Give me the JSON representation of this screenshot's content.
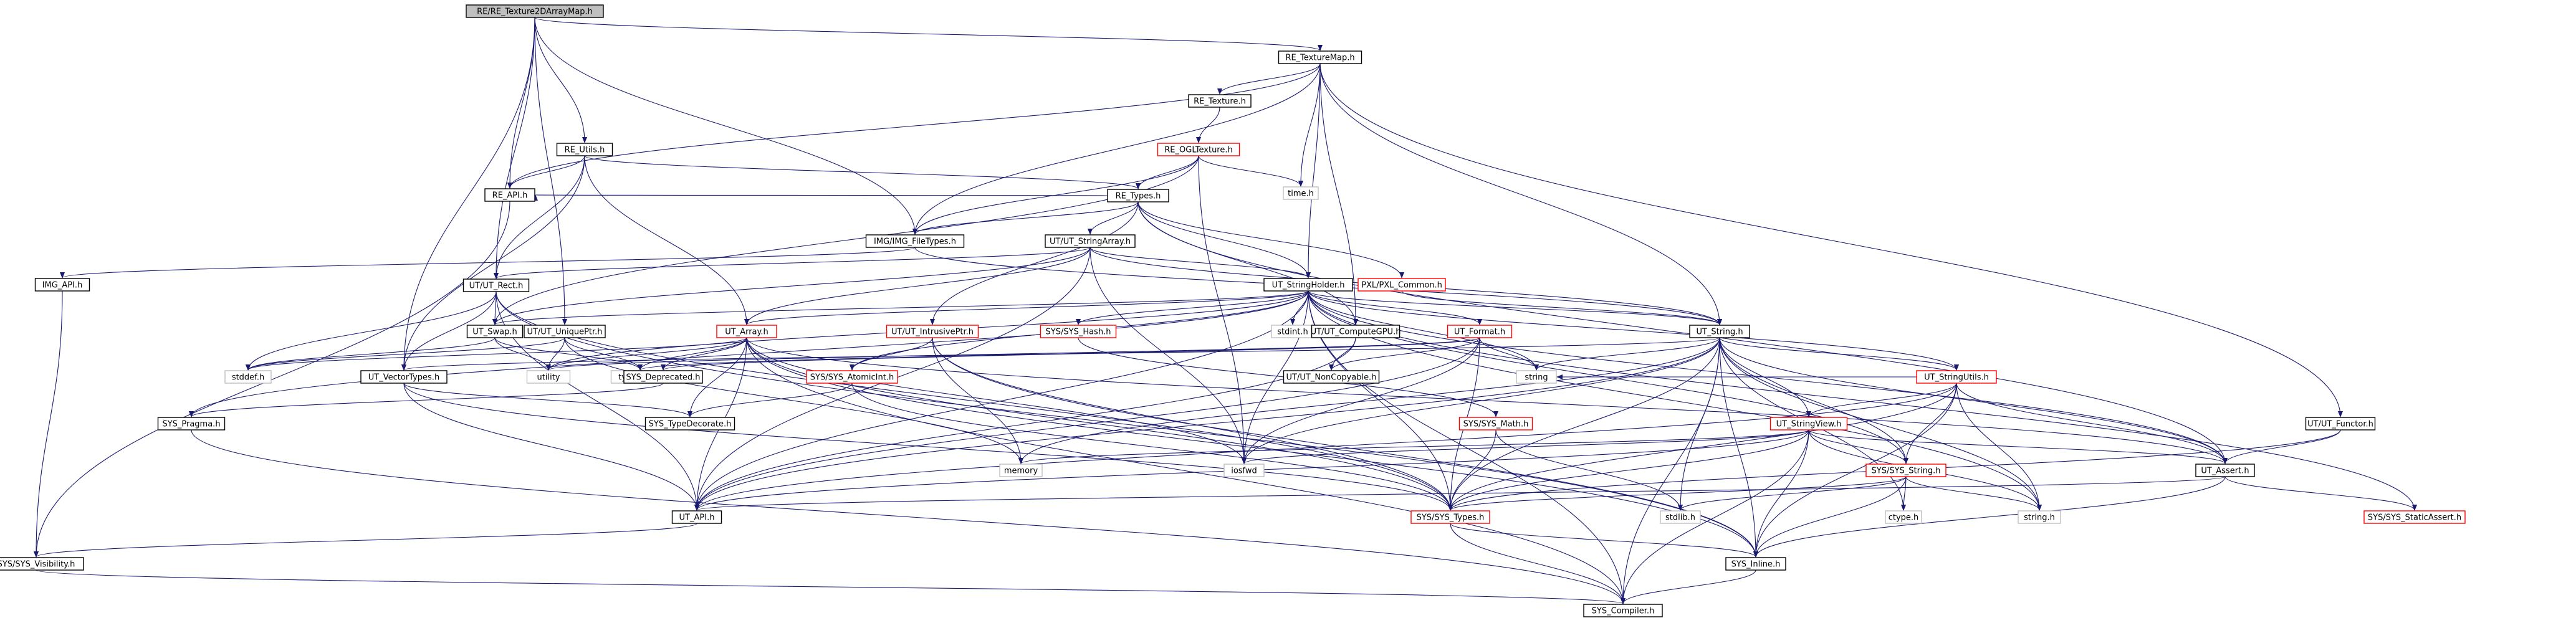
{
  "graph": {
    "root": "RE/RE_Texture2DArrayMap.h",
    "colors": {
      "edge": "#191970",
      "root_fill": "#bfbfbf",
      "border_black": "#000000",
      "border_red": "#ff0000",
      "border_gray": "#bfbfbf"
    },
    "nodes": [
      {
        "id": "root",
        "label": "RE/RE_Texture2DArrayMap.h",
        "style": "root"
      },
      {
        "id": "re_texturemap",
        "label": "RE_TextureMap.h",
        "style": "black"
      },
      {
        "id": "re_texture",
        "label": "RE_Texture.h",
        "style": "black"
      },
      {
        "id": "re_oglt",
        "label": "RE_OGLTexture.h",
        "style": "red"
      },
      {
        "id": "time",
        "label": "time.h",
        "style": "gray"
      },
      {
        "id": "re_utils",
        "label": "RE_Utils.h",
        "style": "black"
      },
      {
        "id": "re_types",
        "label": "RE_Types.h",
        "style": "black"
      },
      {
        "id": "re_api",
        "label": "RE_API.h",
        "style": "black"
      },
      {
        "id": "img_filetypes",
        "label": "IMG/IMG_FileTypes.h",
        "style": "black"
      },
      {
        "id": "ut_stringarray",
        "label": "UT/UT_StringArray.h",
        "style": "black"
      },
      {
        "id": "img_api",
        "label": "IMG_API.h",
        "style": "black"
      },
      {
        "id": "ut_rect",
        "label": "UT/UT_Rect.h",
        "style": "black"
      },
      {
        "id": "ut_stringholder",
        "label": "UT_StringHolder.h",
        "style": "black"
      },
      {
        "id": "pxl_common",
        "label": "PXL/PXL_Common.h",
        "style": "red"
      },
      {
        "id": "ut_swap",
        "label": "UT_Swap.h",
        "style": "black"
      },
      {
        "id": "ut_uniqueptr",
        "label": "UT/UT_UniquePtr.h",
        "style": "black"
      },
      {
        "id": "ut_array",
        "label": "UT_Array.h",
        "style": "red"
      },
      {
        "id": "ut_intrusiveptr",
        "label": "UT/UT_IntrusivePtr.h",
        "style": "red"
      },
      {
        "id": "sys_hash",
        "label": "SYS/SYS_Hash.h",
        "style": "red"
      },
      {
        "id": "stdint",
        "label": "stdint.h",
        "style": "gray"
      },
      {
        "id": "ut_computegpu",
        "label": "UT/UT_ComputeGPU.h",
        "style": "black"
      },
      {
        "id": "ut_format",
        "label": "UT_Format.h",
        "style": "red"
      },
      {
        "id": "ut_string",
        "label": "UT_String.h",
        "style": "black"
      },
      {
        "id": "stddef",
        "label": "stddef.h",
        "style": "gray"
      },
      {
        "id": "utility",
        "label": "utility",
        "style": "gray"
      },
      {
        "id": "type_traits",
        "label": "type_traits",
        "style": "gray"
      },
      {
        "id": "ut_vectortypes",
        "label": "UT_VectorTypes.h",
        "style": "black"
      },
      {
        "id": "sys_deprecated",
        "label": "SYS_Deprecated.h",
        "style": "black"
      },
      {
        "id": "sys_atomicint",
        "label": "SYS/SYS_AtomicInt.h",
        "style": "red"
      },
      {
        "id": "ut_noncopyable",
        "label": "UT/UT_NonCopyable.h",
        "style": "black"
      },
      {
        "id": "string",
        "label": "string",
        "style": "gray"
      },
      {
        "id": "ut_stringutils",
        "label": "UT_StringUtils.h",
        "style": "red"
      },
      {
        "id": "sys_pragma",
        "label": "SYS_Pragma.h",
        "style": "black"
      },
      {
        "id": "sys_typedecorate",
        "label": "SYS_TypeDecorate.h",
        "style": "black"
      },
      {
        "id": "sys_math",
        "label": "SYS/SYS_Math.h",
        "style": "red"
      },
      {
        "id": "memory",
        "label": "memory",
        "style": "gray"
      },
      {
        "id": "iosfwd",
        "label": "iosfwd",
        "style": "gray"
      },
      {
        "id": "ut_stringview",
        "label": "UT_StringView.h",
        "style": "red"
      },
      {
        "id": "sys_string",
        "label": "SYS/SYS_String.h",
        "style": "red"
      },
      {
        "id": "ut_functor",
        "label": "UT/UT_Functor.h",
        "style": "black"
      },
      {
        "id": "ut_assert",
        "label": "UT_Assert.h",
        "style": "black"
      },
      {
        "id": "ut_api",
        "label": "UT_API.h",
        "style": "black"
      },
      {
        "id": "sys_types",
        "label": "SYS/SYS_Types.h",
        "style": "red"
      },
      {
        "id": "stdlib",
        "label": "stdlib.h",
        "style": "gray"
      },
      {
        "id": "ctype",
        "label": "ctype.h",
        "style": "gray"
      },
      {
        "id": "string_h",
        "label": "string.h",
        "style": "gray"
      },
      {
        "id": "sys_staticassert",
        "label": "SYS/SYS_StaticAssert.h",
        "style": "red"
      },
      {
        "id": "sys_visibility",
        "label": "SYS/SYS_Visibility.h",
        "style": "black"
      },
      {
        "id": "sys_inline",
        "label": "SYS_Inline.h",
        "style": "black"
      },
      {
        "id": "sys_compiler",
        "label": "SYS_Compiler.h",
        "style": "black"
      }
    ],
    "edges": [
      [
        "root",
        "re_texturemap"
      ],
      [
        "root",
        "re_utils"
      ],
      [
        "root",
        "re_api"
      ],
      [
        "root",
        "img_filetypes"
      ],
      [
        "root",
        "ut_rect"
      ],
      [
        "root",
        "ut_uniqueptr"
      ],
      [
        "root",
        "ut_vectortypes"
      ],
      [
        "re_texturemap",
        "re_texture"
      ],
      [
        "re_texturemap",
        "time"
      ],
      [
        "re_texturemap",
        "re_api"
      ],
      [
        "re_texturemap",
        "img_filetypes"
      ],
      [
        "re_texturemap",
        "ut_stringholder"
      ],
      [
        "re_texturemap",
        "ut_computegpu"
      ],
      [
        "re_texturemap",
        "ut_string"
      ],
      [
        "re_texturemap",
        "ut_functor"
      ],
      [
        "re_texture",
        "re_oglt"
      ],
      [
        "re_oglt",
        "re_types"
      ],
      [
        "re_oglt",
        "time"
      ],
      [
        "re_oglt",
        "img_filetypes"
      ],
      [
        "re_oglt",
        "iosfwd"
      ],
      [
        "re_oglt",
        "ut_swap"
      ],
      [
        "re_utils",
        "re_types"
      ],
      [
        "re_utils",
        "re_api"
      ],
      [
        "re_utils",
        "ut_rect"
      ],
      [
        "re_utils",
        "ut_array"
      ],
      [
        "re_utils",
        "ut_vectortypes"
      ],
      [
        "re_types",
        "re_api"
      ],
      [
        "re_types",
        "img_filetypes"
      ],
      [
        "re_types",
        "ut_stringarray"
      ],
      [
        "re_types",
        "ut_stringholder"
      ],
      [
        "re_types",
        "pxl_common"
      ],
      [
        "re_types",
        "ut_intrusiveptr"
      ],
      [
        "re_types",
        "ut_assert"
      ],
      [
        "re_types",
        "ut_computegpu"
      ],
      [
        "re_api",
        "sys_visibility"
      ],
      [
        "img_filetypes",
        "img_api"
      ],
      [
        "img_filetypes",
        "ut_string"
      ],
      [
        "img_api",
        "sys_visibility"
      ],
      [
        "ut_stringarray",
        "ut_stringholder"
      ],
      [
        "ut_stringarray",
        "ut_array"
      ],
      [
        "ut_stringarray",
        "ut_swap"
      ],
      [
        "ut_stringarray",
        "ut_string"
      ],
      [
        "ut_stringarray",
        "iosfwd"
      ],
      [
        "ut_stringarray",
        "ut_api"
      ],
      [
        "ut_stringarray",
        "ut_rect"
      ],
      [
        "ut_rect",
        "ut_swap"
      ],
      [
        "ut_rect",
        "stddef"
      ],
      [
        "ut_rect",
        "ut_api"
      ],
      [
        "ut_rect",
        "sys_types"
      ],
      [
        "ut_rect",
        "sys_inline"
      ],
      [
        "ut_rect",
        "ut_vectortypes"
      ],
      [
        "ut_stringholder",
        "ut_array"
      ],
      [
        "ut_stringholder",
        "ut_swap"
      ],
      [
        "ut_stringholder",
        "sys_hash"
      ],
      [
        "ut_stringholder",
        "stdint"
      ],
      [
        "ut_stringholder",
        "ut_format"
      ],
      [
        "ut_stringholder",
        "ut_string"
      ],
      [
        "ut_stringholder",
        "ut_stringutils"
      ],
      [
        "ut_stringholder",
        "ut_assert"
      ],
      [
        "ut_stringholder",
        "ut_api"
      ],
      [
        "ut_stringholder",
        "sys_types"
      ],
      [
        "ut_stringholder",
        "sys_string"
      ],
      [
        "ut_stringholder",
        "sys_atomicint"
      ],
      [
        "ut_stringholder",
        "sys_pragma"
      ],
      [
        "ut_stringholder",
        "string"
      ],
      [
        "ut_stringholder",
        "string_h"
      ],
      [
        "ut_stringholder",
        "iosfwd"
      ],
      [
        "ut_stringholder",
        "sys_compiler"
      ],
      [
        "ut_stringholder",
        "utility"
      ],
      [
        "ut_stringholder",
        "sys_staticassert"
      ],
      [
        "pxl_common",
        "ut_string"
      ],
      [
        "ut_swap",
        "stddef"
      ],
      [
        "ut_swap",
        "utility"
      ],
      [
        "ut_swap",
        "type_traits"
      ],
      [
        "ut_uniqueptr",
        "stddef"
      ],
      [
        "ut_uniqueptr",
        "type_traits"
      ],
      [
        "ut_uniqueptr",
        "utility"
      ],
      [
        "ut_uniqueptr",
        "memory"
      ],
      [
        "ut_array",
        "ut_api"
      ],
      [
        "ut_array",
        "utility"
      ],
      [
        "ut_array",
        "type_traits"
      ],
      [
        "ut_array",
        "sys_deprecated"
      ],
      [
        "ut_array",
        "sys_typedecorate"
      ],
      [
        "ut_array",
        "sys_types"
      ],
      [
        "ut_array",
        "sys_inline"
      ],
      [
        "ut_array",
        "ut_assert"
      ],
      [
        "ut_array",
        "sys_compiler"
      ],
      [
        "ut_array",
        "stddef"
      ],
      [
        "ut_array",
        "iosfwd"
      ],
      [
        "ut_intrusiveptr",
        "sys_atomicint"
      ],
      [
        "ut_intrusiveptr",
        "sys_types"
      ],
      [
        "ut_intrusiveptr",
        "sys_inline"
      ],
      [
        "ut_intrusiveptr",
        "memory"
      ],
      [
        "sys_hash",
        "sys_math"
      ],
      [
        "ut_computegpu",
        "ut_noncopyable"
      ],
      [
        "ut_computegpu",
        "ut_api"
      ],
      [
        "ut_format",
        "ut_api"
      ],
      [
        "ut_format",
        "sys_types"
      ],
      [
        "ut_format",
        "iosfwd"
      ],
      [
        "ut_format",
        "string"
      ],
      [
        "ut_format",
        "type_traits"
      ],
      [
        "ut_format",
        "utility"
      ],
      [
        "ut_format",
        "ut_noncopyable"
      ],
      [
        "ut_format",
        "sys_deprecated"
      ],
      [
        "ut_string",
        "ut_api"
      ],
      [
        "ut_string",
        "ut_assert"
      ],
      [
        "ut_string",
        "ut_stringutils"
      ],
      [
        "ut_string",
        "ut_stringview"
      ],
      [
        "ut_string",
        "sys_string"
      ],
      [
        "ut_string",
        "sys_inline"
      ],
      [
        "ut_string",
        "sys_compiler"
      ],
      [
        "ut_string",
        "stdlib"
      ],
      [
        "ut_string",
        "string_h"
      ],
      [
        "ut_string",
        "ctype"
      ],
      [
        "ut_string",
        "iosfwd"
      ],
      [
        "ut_string",
        "string"
      ],
      [
        "ut_string",
        "sys_types"
      ],
      [
        "ut_string",
        "ut_vectortypes"
      ],
      [
        "ut_string",
        "memory"
      ],
      [
        "ut_vectortypes",
        "sys_typedecorate"
      ],
      [
        "ut_vectortypes",
        "ut_api"
      ],
      [
        "ut_vectortypes",
        "sys_types"
      ],
      [
        "sys_deprecated",
        "sys_pragma"
      ],
      [
        "sys_atomicint",
        "sys_typedecorate"
      ],
      [
        "sys_atomicint",
        "sys_types"
      ],
      [
        "ut_stringutils",
        "ut_api"
      ],
      [
        "ut_stringutils",
        "ut_stringview"
      ],
      [
        "ut_stringutils",
        "sys_string"
      ],
      [
        "ut_stringutils",
        "sys_types"
      ],
      [
        "ut_stringutils",
        "string_h"
      ],
      [
        "ut_stringutils",
        "sys_inline"
      ],
      [
        "ut_stringutils",
        "ut_assert"
      ],
      [
        "ut_stringutils",
        "string"
      ],
      [
        "sys_pragma",
        "sys_compiler"
      ],
      [
        "sys_math",
        "sys_types"
      ],
      [
        "sys_math",
        "stdlib"
      ],
      [
        "ut_stringview",
        "ut_api"
      ],
      [
        "ut_stringview",
        "sys_string"
      ],
      [
        "ut_stringview",
        "sys_types"
      ],
      [
        "ut_stringview",
        "sys_inline"
      ],
      [
        "ut_stringview",
        "iosfwd"
      ],
      [
        "ut_stringview",
        "string_h"
      ],
      [
        "ut_stringview",
        "sys_compiler"
      ],
      [
        "ut_stringview",
        "ut_assert"
      ],
      [
        "ut_stringview",
        "memory"
      ],
      [
        "sys_string",
        "sys_types"
      ],
      [
        "sys_string",
        "sys_inline"
      ],
      [
        "sys_string",
        "ctype"
      ],
      [
        "sys_string",
        "stdlib"
      ],
      [
        "sys_string",
        "string_h"
      ],
      [
        "ut_functor",
        "ut_assert"
      ],
      [
        "ut_functor",
        "sys_types"
      ],
      [
        "ut_assert",
        "ut_api"
      ],
      [
        "ut_assert",
        "sys_inline"
      ],
      [
        "ut_assert",
        "sys_staticassert"
      ],
      [
        "ut_api",
        "sys_visibility"
      ],
      [
        "sys_types",
        "sys_inline"
      ],
      [
        "sys_types",
        "sys_compiler"
      ],
      [
        "sys_visibility",
        "sys_compiler"
      ],
      [
        "sys_inline",
        "sys_compiler"
      ]
    ]
  }
}
